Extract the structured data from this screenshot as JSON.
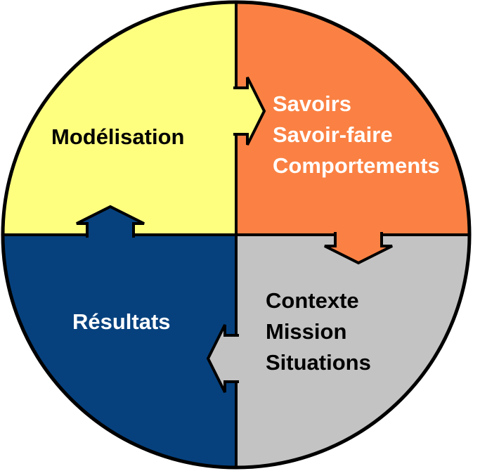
{
  "colors": {
    "yellow": "#FFFF7F",
    "orange": "#FA8143",
    "blue": "#06417E",
    "gray": "#C3C3C3",
    "outline": "#000000",
    "background": "#FFFFFF",
    "text_dark": "#000000",
    "text_light": "#FFFFFF"
  },
  "quadrants": [
    {
      "position": "top-left",
      "color": "#FFFF7F",
      "text_color": "#000000",
      "lines": [
        "Modélisation"
      ]
    },
    {
      "position": "top-right",
      "color": "#FA8143",
      "text_color": "#FFFFFF",
      "lines": [
        "Savoirs",
        "Savoir-faire",
        "Comportements"
      ]
    },
    {
      "position": "bottom-right",
      "color": "#C3C3C3",
      "text_color": "#000000",
      "lines": [
        "Contexte",
        "Mission",
        "Situations"
      ]
    },
    {
      "position": "bottom-left",
      "color": "#06417E",
      "text_color": "#FFFFFF",
      "lines": [
        "Résultats"
      ]
    }
  ],
  "arrows": [
    {
      "from": "Modélisation",
      "to": "Savoirs / Savoir-faire / Comportements",
      "direction": "right",
      "color": "#FFFF7F"
    },
    {
      "from": "Savoirs / Savoir-faire / Comportements",
      "to": "Contexte / Mission / Situations",
      "direction": "down",
      "color": "#FA8143"
    },
    {
      "from": "Contexte / Mission / Situations",
      "to": "Résultats",
      "direction": "left",
      "color": "#C3C3C3"
    },
    {
      "from": "Résultats",
      "to": "Modélisation",
      "direction": "up",
      "color": "#06417E"
    }
  ]
}
